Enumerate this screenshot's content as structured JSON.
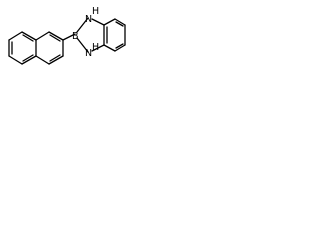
{
  "molecule": {
    "atoms": [
      {
        "id": "B",
        "label": "B"
      },
      {
        "id": "N1",
        "label": "N"
      },
      {
        "id": "H1",
        "label": "H"
      },
      {
        "id": "N2",
        "label": "N"
      },
      {
        "id": "H2",
        "label": "H"
      }
    ]
  },
  "colors": {
    "bond": "#000000",
    "label": "#000000",
    "background": "#ffffff"
  }
}
